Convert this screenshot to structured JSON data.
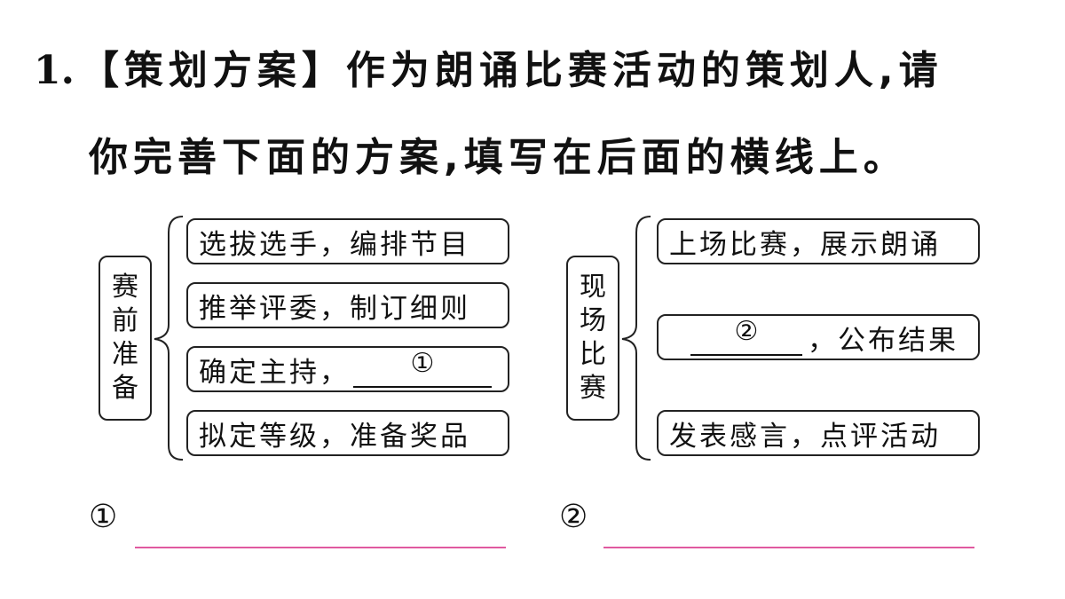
{
  "question": {
    "number": "1.",
    "line1": "【策划方案】作为朗诵比赛活动的策划人,请",
    "line2": "你完善下面的方案,填写在后面的横线上。"
  },
  "left_group": {
    "label_chars": [
      "赛",
      "前",
      "准",
      "备"
    ],
    "items": [
      "选拔选手，编排节目",
      "推举评委，制订细则",
      "拟定等级，准备奖品"
    ],
    "blank_item_prefix": "确定主持，",
    "blank_mark": "①"
  },
  "right_group": {
    "label_chars": [
      "现",
      "场",
      "比",
      "赛"
    ],
    "items": [
      "上场比赛，展示朗诵",
      "发表感言，点评活动"
    ],
    "blank_item_suffix": "，公布结果",
    "blank_mark": "②"
  },
  "answers": {
    "mark1": "①",
    "mark2": "②"
  },
  "colors": {
    "answer_line": "#e05aa0"
  }
}
